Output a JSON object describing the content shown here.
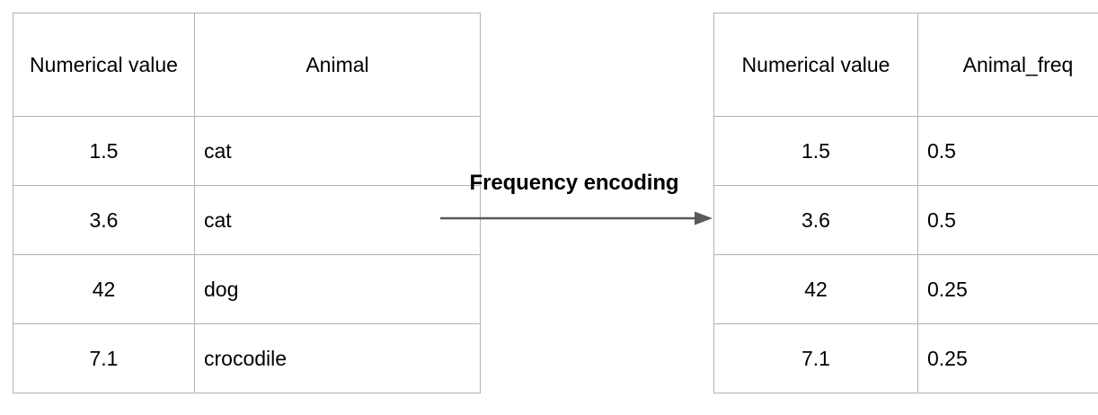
{
  "diagram": {
    "title_label": "Frequency encoding",
    "arrow": {
      "name": "transformation-arrow",
      "direction": "left-to-right",
      "color": "#595959"
    },
    "border_color": "#b3b3b3",
    "background_color": "#ffffff",
    "text_color": "#000000"
  },
  "left_table": {
    "name": "source-table",
    "headers": [
      "Numerical value",
      "Animal"
    ],
    "rows": [
      {
        "numerical_value": "1.5",
        "animal": "cat"
      },
      {
        "numerical_value": "3.6",
        "animal": "cat"
      },
      {
        "numerical_value": "42",
        "animal": "dog"
      },
      {
        "numerical_value": "7.1",
        "animal": "crocodile"
      }
    ]
  },
  "right_table": {
    "name": "encoded-table",
    "headers": [
      "Numerical value",
      "Animal_freq"
    ],
    "rows": [
      {
        "numerical_value": "1.5",
        "animal_freq": "0.5"
      },
      {
        "numerical_value": "3.6",
        "animal_freq": "0.5"
      },
      {
        "numerical_value": "42",
        "animal_freq": "0.25"
      },
      {
        "numerical_value": "7.1",
        "animal_freq": "0.25"
      }
    ]
  }
}
